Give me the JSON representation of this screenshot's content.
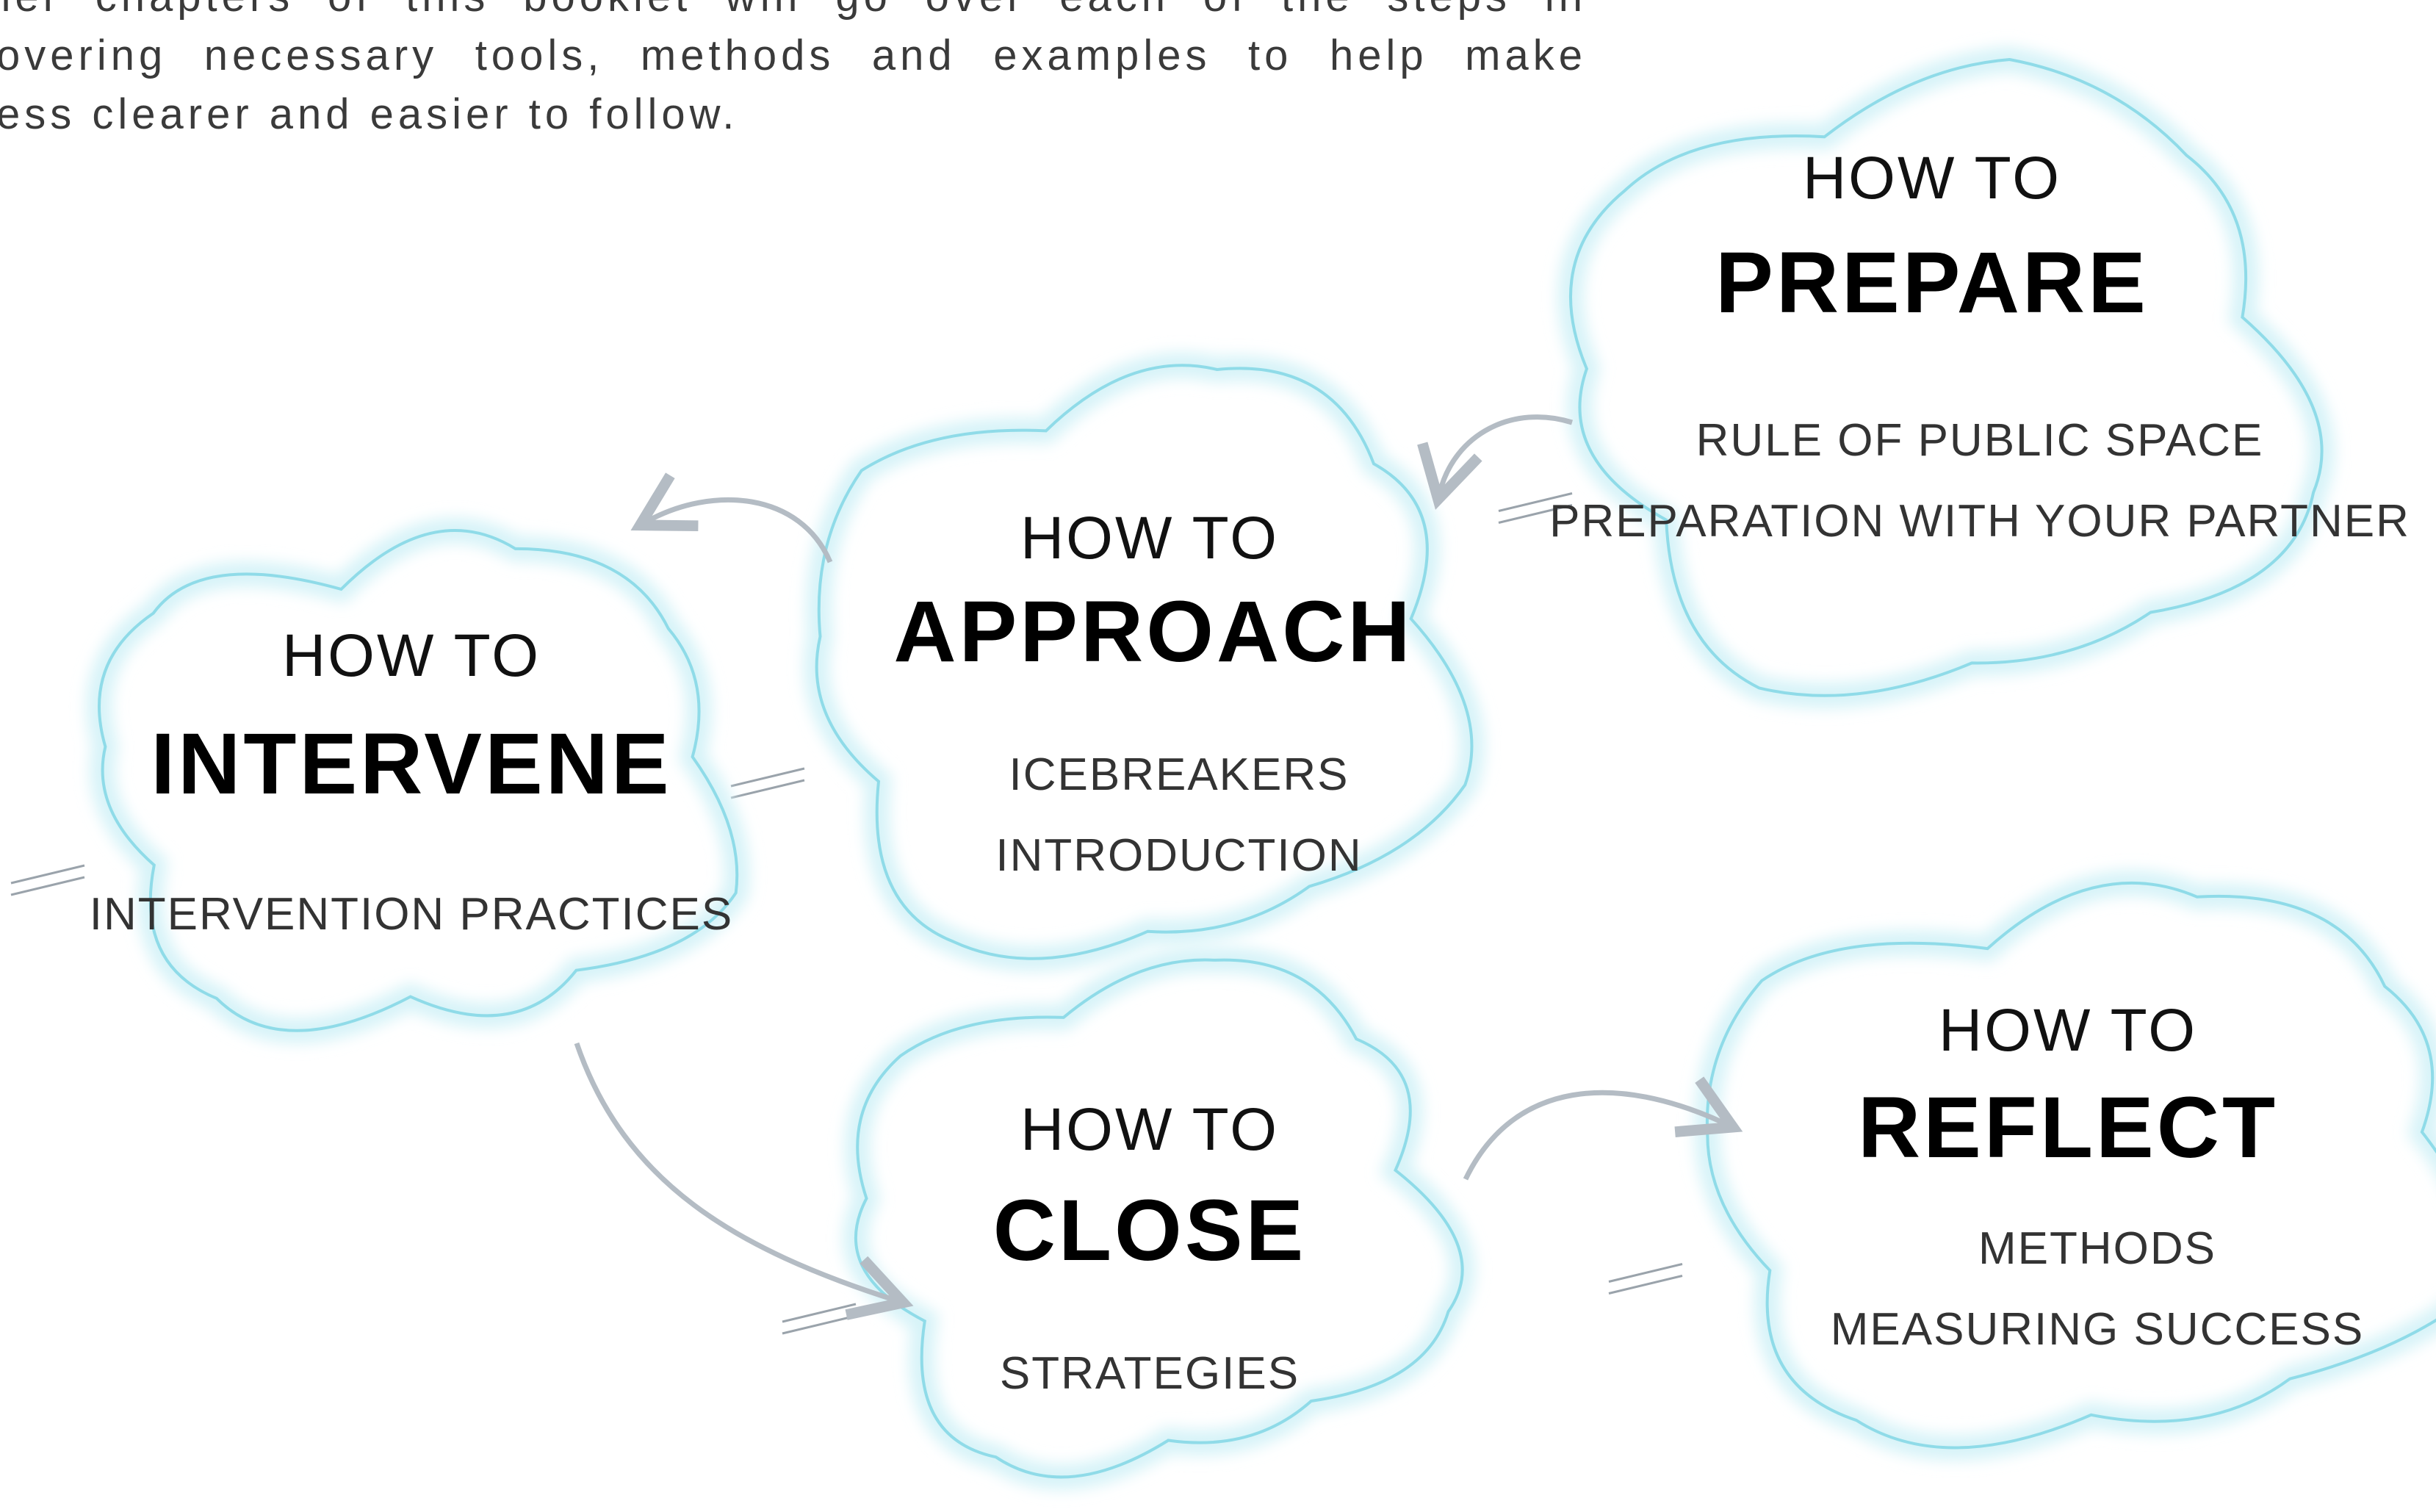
{
  "intro_lines": [
    "ther chapters of this booklet will go over each of the steps in",
    "covering necessary tools, methods and examples to help make",
    "cess clearer and easier to follow."
  ],
  "steps": [
    {
      "name": "prepare",
      "howto": "HOW TO",
      "title": "PREPARE",
      "items": [
        "RULE OF PUBLIC SPACE",
        "PREPARATION WITH YOUR PARTNER"
      ]
    },
    {
      "name": "approach",
      "howto": "HOW TO",
      "title": "APPROACH",
      "items": [
        "ICEBREAKERS",
        "INTRODUCTION"
      ]
    },
    {
      "name": "intervene",
      "howto": "HOW TO",
      "title": "INTERVENE",
      "items": [
        "INTERVENTION PRACTICES"
      ]
    },
    {
      "name": "close",
      "howto": "HOW TO",
      "title": "CLOSE",
      "items": [
        "STRATEGIES"
      ]
    },
    {
      "name": "reflect",
      "howto": "HOW TO",
      "title": "REFLECT",
      "items": [
        "METHODS",
        "MEASURING SUCCESS"
      ]
    }
  ],
  "colors": {
    "cloud_stroke": "#8fdbe8",
    "cloud_glow": "#d6f3f8",
    "arrow": "#b4bcc4",
    "text": "#000000"
  }
}
